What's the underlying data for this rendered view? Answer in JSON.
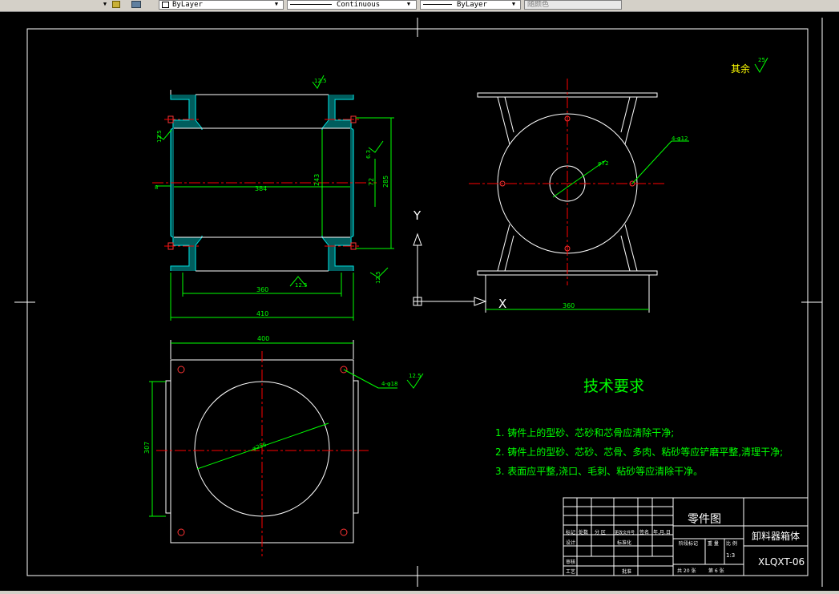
{
  "toolbar": {
    "layer_state_label": "ByLayer",
    "linetype_label": "Continuous",
    "lineweight_label": "ByLayer",
    "plotstyle_label": "随颜色"
  },
  "drawing": {
    "roughness_note_label": "其余",
    "roughness_note_value": "25",
    "tech_title": "技术要求",
    "tech_items": [
      "1. 铸件上的型砂、芯砂和芯骨应清除干净;",
      "2. 铸件上的型砂、芯砂、芯骨、多肉、粘砂等应铲磨平整,清理干净;",
      "3. 表面应平整,浇口、毛刺、粘砂等应清除干净。"
    ],
    "ucs_y": "Y",
    "ucs_x": "X",
    "front_dims": {
      "r1": "12.5",
      "r2": "12.5",
      "r3": "12.5",
      "r4": "12.5",
      "r5": "6.3",
      "d384": "384",
      "d243": "243",
      "d72": "72",
      "d285": "285",
      "d360": "360",
      "d410": "410",
      "d8": "8"
    },
    "side_dims": {
      "phi72": "φ72",
      "holes": "4-φ12",
      "d360": "360"
    },
    "top_dims": {
      "d400": "400",
      "d307": "307",
      "phi": "φ256",
      "holes": "4-φ18",
      "r": "12.5"
    },
    "title_block": {
      "drawing_type": "零件图",
      "part_name": "卸料器箱体",
      "drawing_no": "XLQXT-06",
      "row_headers": [
        "标记",
        "处数",
        "分 区",
        "更改文件号",
        "签名",
        "年.月.日"
      ],
      "designer": "设计",
      "standardization": "标准化",
      "review": "审核",
      "process": "工艺",
      "approve": "批准",
      "stage_mark": "阶段标记",
      "weight": "重 量",
      "scale": "比 例",
      "scale_value": "1:3",
      "total_sheets": "共 20 张",
      "sheet_no": "第 6 张"
    }
  }
}
